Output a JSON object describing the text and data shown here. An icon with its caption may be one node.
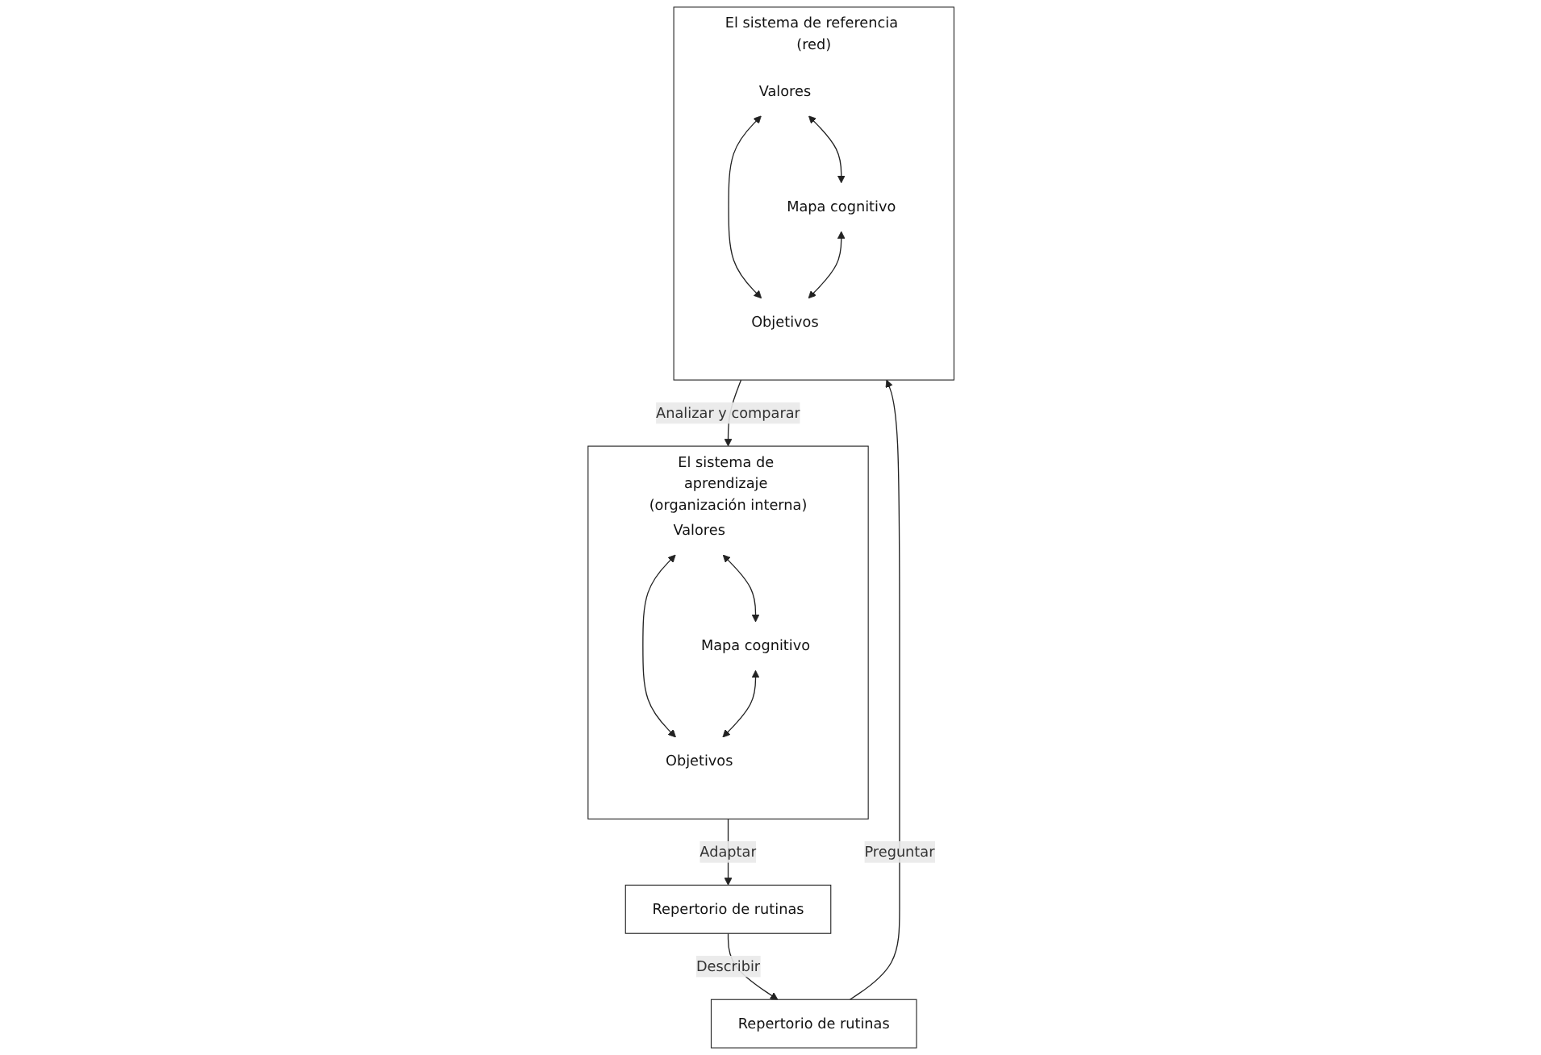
{
  "diagram": {
    "nodes": [
      {
        "text": [
          "El sistema de aprendizaje (organización interna)"
        ]
      },
      {
        "text": [
          "Valores"
        ],
        "in": 0
      },
      {
        "text": [
          "Objetivos"
        ],
        "in": 0
      },
      {
        "text": [
          "Mapa cognitivo"
        ],
        "in": 0
      },
      {
        "text": [
          "El sistema de referencia (red)"
        ]
      },
      {
        "text": [
          "Valores"
        ],
        "in": 4
      },
      {
        "text": [
          "Objetivos"
        ],
        "in": 4
      },
      {
        "text": [
          "Mapa cognitivo"
        ],
        "in": 4
      },
      {
        "text": [
          "Repertorio de rutinas"
        ]
      },
      {
        "text": [
          "Repertorio de rutinas"
        ]
      }
    ],
    "edges": [
      {
        "from": 1,
        "to": 2,
        "arrow": "both"
      },
      {
        "from": 1,
        "to": 3,
        "arrow": "both"
      },
      {
        "from": 3,
        "to": 2,
        "arrow": "both"
      },
      {
        "from": 5,
        "to": 6,
        "arrow": "both"
      },
      {
        "from": 5,
        "to": 7,
        "arrow": "both"
      },
      {
        "from": 7,
        "to": 6,
        "arrow": "both"
      },
      {
        "from": 4,
        "to": 0,
        "arrow": "to",
        "label": "Analizar y comparar"
      },
      {
        "from": 0,
        "to": 8,
        "arrow": "to",
        "label": "Adaptar"
      },
      {
        "from": 8,
        "to": 9,
        "arrow": "to",
        "label": "Describir"
      },
      {
        "from": 9,
        "to": 4,
        "arrow": "to",
        "label": "Preguntar"
      }
    ]
  }
}
